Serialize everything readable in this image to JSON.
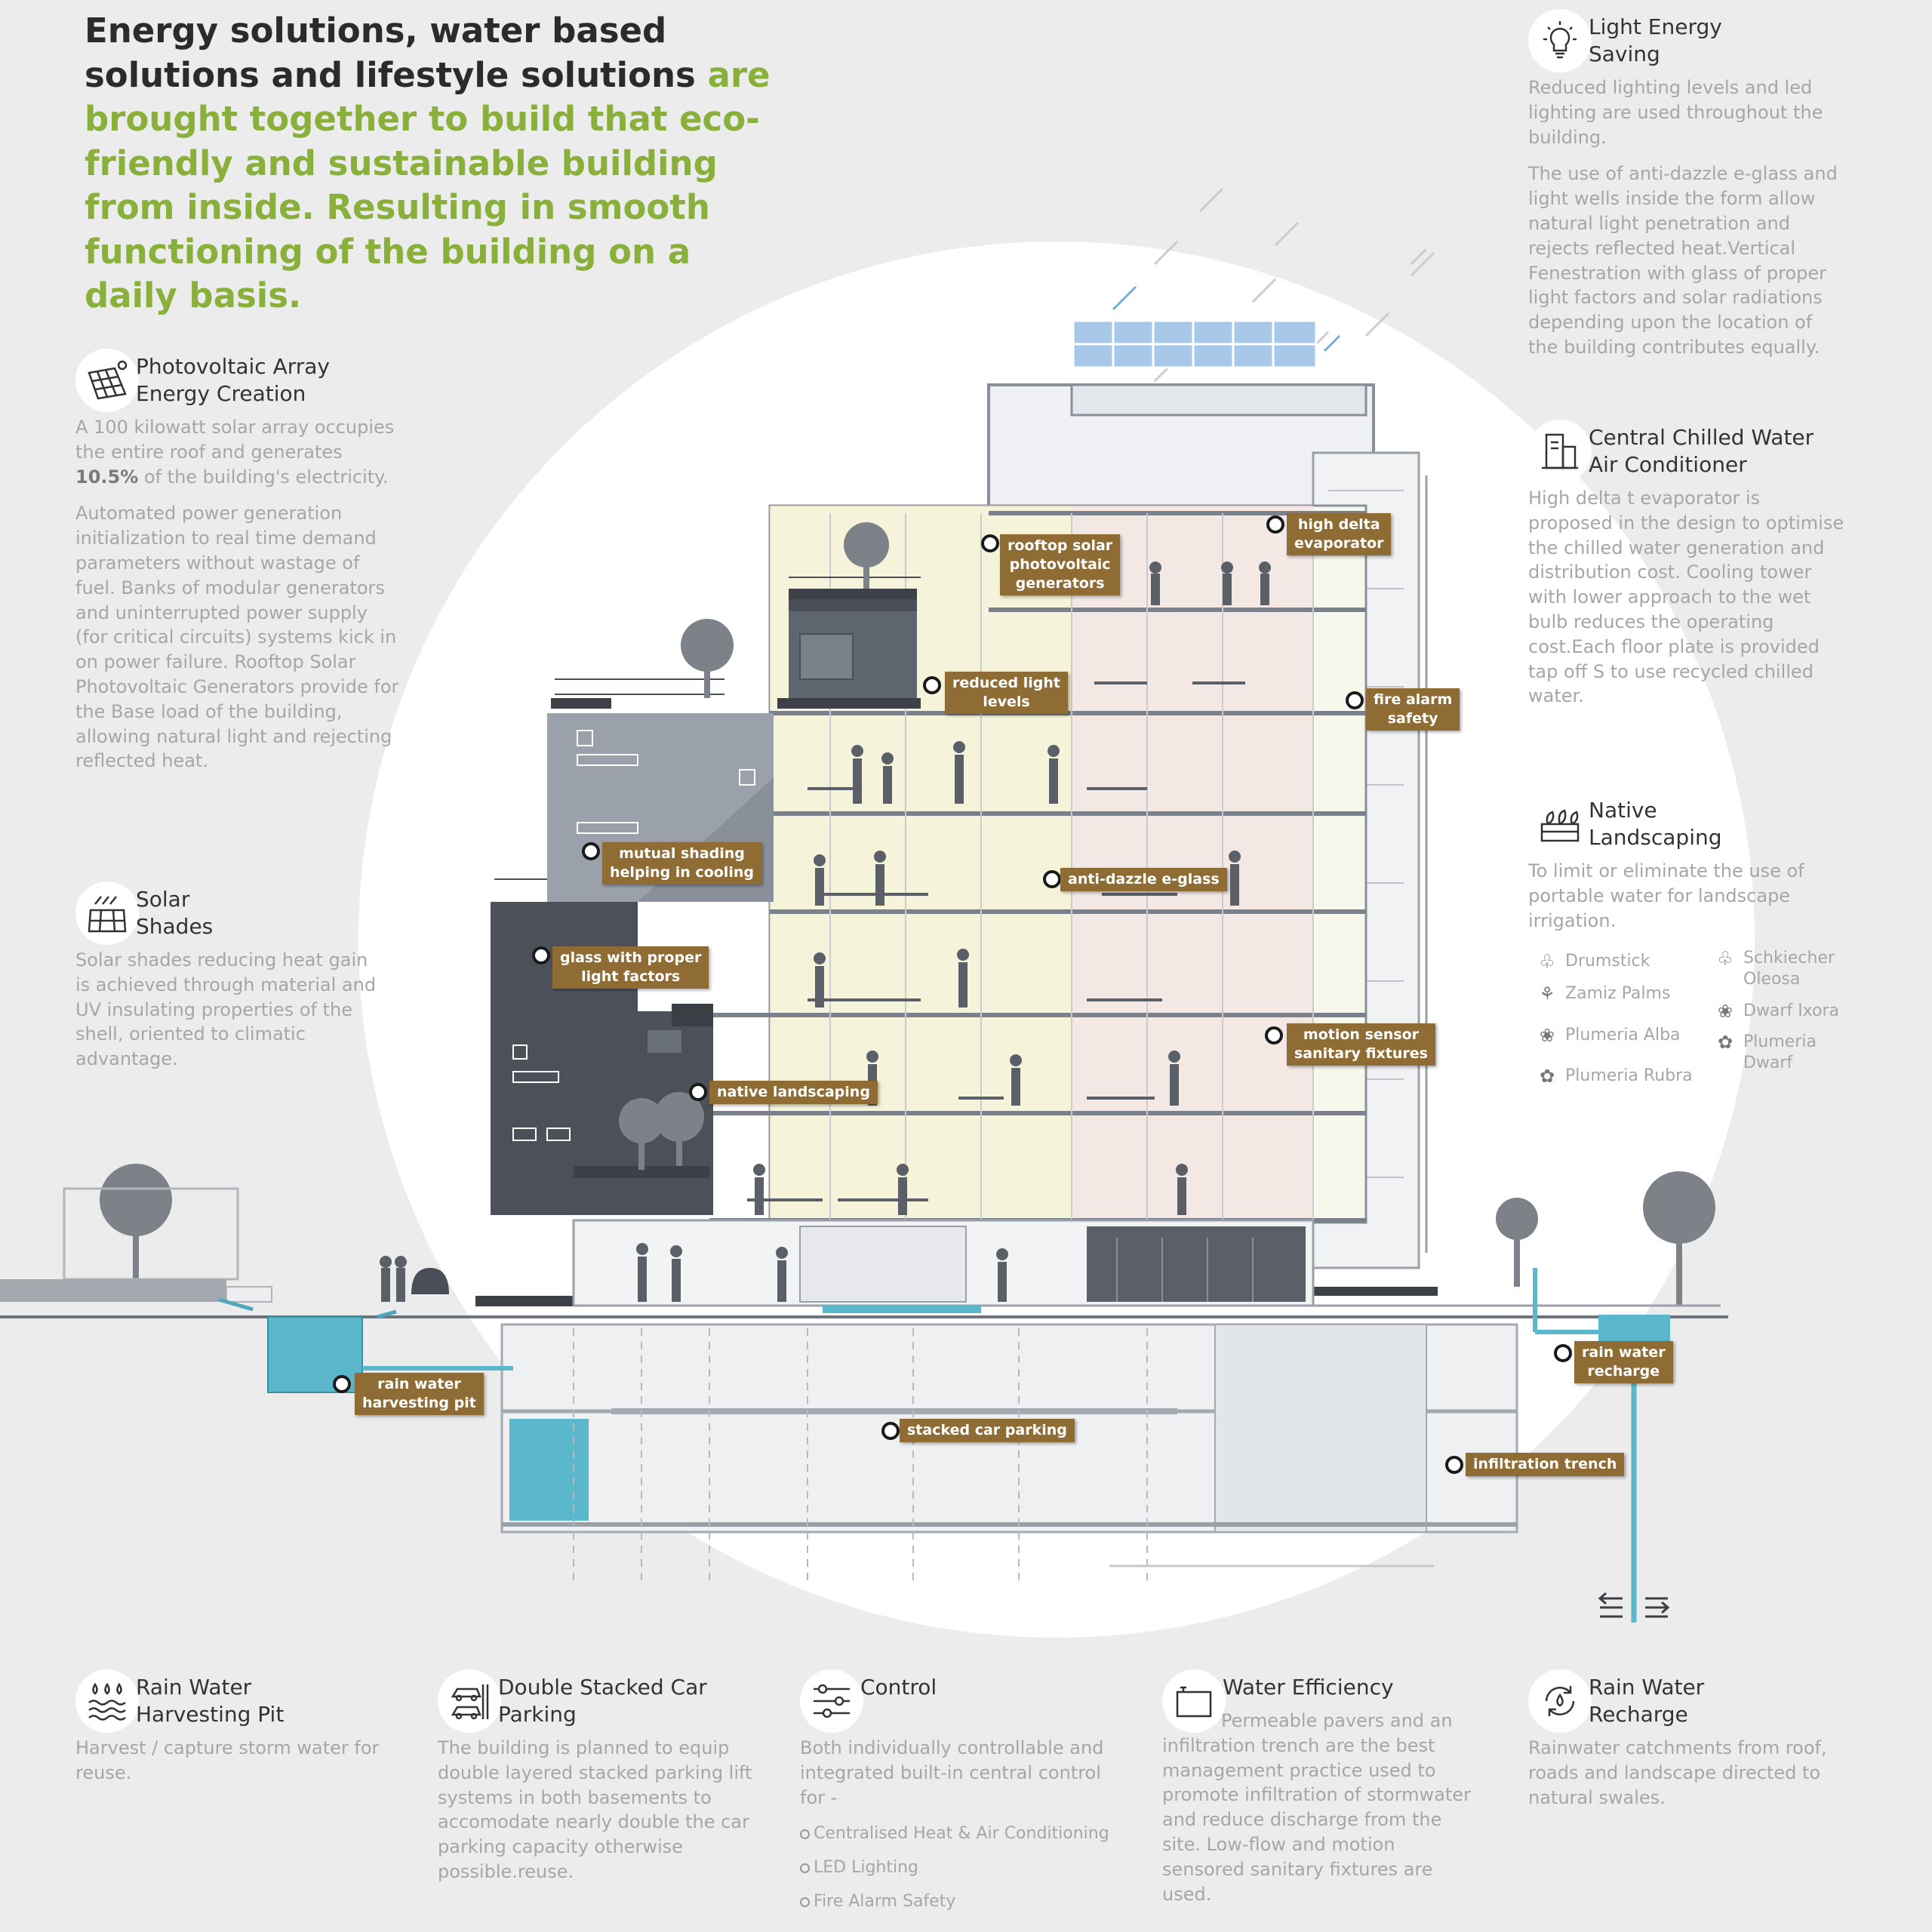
{
  "headline": {
    "dark": "Energy solutions, water based solutions and lifestyle solutions",
    "green": "are brought together to build that eco-friendly and sustainable building from inside. Resulting in smooth functioning of the building on a daily basis."
  },
  "features": {
    "photovoltaic": {
      "title": "Photovoltaic Array\nEnergy Creation",
      "icon": "solar-panel-icon",
      "p1_a": "A 100 kilowatt solar array occupies the entire roof and generates",
      "p1_b": "10.5%",
      "p1_c": "of the building's electricity.",
      "p2": "Automated power generation initialization to real time demand parameters without wastage of fuel. Banks of modular generators and uninterrupted power supply (for critical circuits) systems kick in on power failure. Rooftop Solar Photovoltaic Generators provide for the Base load of the building, allowing natural light and rejecting reflected heat."
    },
    "solar_shades": {
      "title": "Solar\nShades",
      "icon": "solar-shade-icon",
      "p1": "Solar shades reducing  heat gain is achieved through material and UV insulating properties of the shell, oriented to climatic advantage."
    },
    "light_energy": {
      "title": "Light Energy\nSaving",
      "icon": "light-bulb-icon",
      "p1": "Reduced lighting levels and led lighting are used throughout the building.",
      "p2": "The use of anti-dazzle e-glass and light wells inside the form allow natural light penetration and rejects reflected heat.Vertical Fenestration with glass of proper light factors and solar radiations depending upon the location of the building contributes equally."
    },
    "chilled_water": {
      "title": "Central Chilled Water\nAir Conditioner",
      "icon": "chiller-icon",
      "p1": "High delta t evaporator is proposed in the design to optimise the chilled water generation and distribution cost. Cooling tower with lower approach to the wet bulb reduces the operating cost.Each floor plate is provided tap off S to use recycled chilled water."
    },
    "landscaping": {
      "title": "Native\nLandscaping",
      "icon": "planter-icon",
      "p1": "To limit or eliminate the use of portable water for landscape irrigation.",
      "plants_left": [
        "Drumstick",
        "Zamiz Palms",
        "Plumeria Alba",
        "Plumeria Rubra"
      ],
      "plants_right": [
        "Schkiecher Oleosa",
        "Dwarf Ixora",
        "Plumeria Dwarf"
      ]
    },
    "rain_pit": {
      "title": "Rain Water\nHarvesting Pit",
      "icon": "water-drops-icon",
      "p1": "Harvest / capture storm water for reuse."
    },
    "parking": {
      "title": "Double Stacked Car\nParking",
      "icon": "stacked-cars-icon",
      "p1": "The building is planned to equip double layered stacked parking lift systems in both basements to accomodate nearly double the car parking capacity otherwise possible.reuse."
    },
    "control": {
      "title": "Control",
      "icon": "sliders-icon",
      "p1": "Both individually controllable and integrated built-in central control for -",
      "bullets": [
        "Centralised Heat & Air Conditioning",
        "LED Lighting",
        "Fire Alarm Safety"
      ]
    },
    "water_eff": {
      "title": "Water Efficiency",
      "icon": "water-tank-icon",
      "p1": "Permeable pavers and an infiltration trench are the best management practice used to promote infiltration of stormwater and reduce discharge from the site. Low-flow and motion sensored sanitary fixtures are used."
    },
    "recharge": {
      "title": "Rain Water\nRecharge",
      "icon": "water-recycle-icon",
      "p1": "Rainwater catchments from roof, roads and landscape directed to natural swales."
    }
  },
  "tags": {
    "rooftop_solar": "rooftop solar\nphotovoltaic\ngenerators",
    "high_delta": "high delta\nevaporator",
    "reduced_light": "reduced light\nlevels",
    "fire_alarm": "fire alarm\nsafety",
    "mutual_shading": "mutual shading\nhelping in cooling",
    "anti_dazzle": "anti-dazzle e-glass",
    "glass_light": "glass with proper\nlight factors",
    "motion_sensor": "motion sensor\nsanitary fixtures",
    "native_land": "native landscaping",
    "rain_pit": "rain water\nharvesting pit",
    "stacked_parking": "stacked car parking",
    "rain_recharge": "rain water\nrecharge",
    "infiltration": "infiltration trench"
  },
  "colors": {
    "green": "#8ab03c",
    "tag": "#8f6c33",
    "water": "#5bb7cc",
    "solar": "#a7c8e8"
  }
}
